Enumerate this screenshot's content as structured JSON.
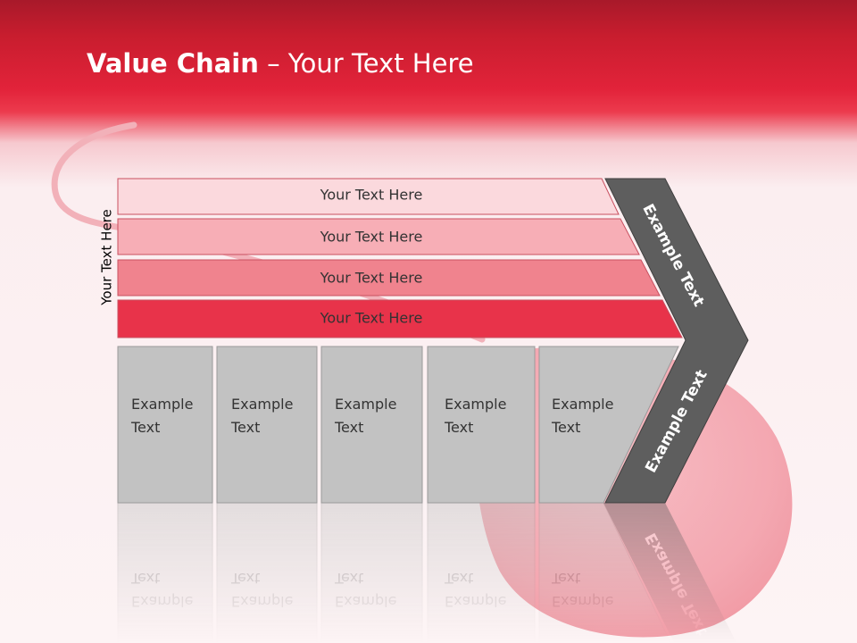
{
  "title": {
    "bold": "Value Chain",
    "rest": " – Your Text Here"
  },
  "side_label": "Your Text Here",
  "bands": [
    {
      "label": "Your Text Here",
      "color": "#fbd9dd"
    },
    {
      "label": "Your Text Here",
      "color": "#f7aeb6"
    },
    {
      "label": "Your Text Here",
      "color": "#f0838e"
    },
    {
      "label": "Your Text Here",
      "color": "#e8334a"
    }
  ],
  "columns": [
    {
      "line1": "Example",
      "line2": "Text"
    },
    {
      "line1": "Example",
      "line2": "Text"
    },
    {
      "line1": "Example",
      "line2": "Text"
    },
    {
      "line1": "Example",
      "line2": "Text"
    },
    {
      "line1": "Example",
      "line2": "Text"
    }
  ],
  "chevron": {
    "upper_label": "Example Text",
    "lower_label": "Example Text"
  },
  "colors": {
    "gray_box": "#c2c2c2",
    "chevron": "#5e5e5e",
    "header": "#e2233a"
  }
}
